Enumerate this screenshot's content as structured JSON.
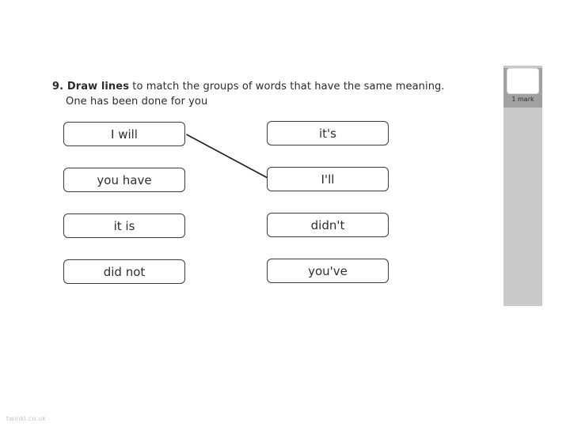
{
  "question": {
    "number": "9.",
    "instruction_bold": " Draw lines",
    "instruction_rest": " to match the groups of words that have the same meaning.",
    "instruction_line2": "One has been done for you"
  },
  "matching": {
    "left_items": [
      "I will",
      "you have",
      "it is",
      "did not"
    ],
    "right_items": [
      "it's",
      "I'll",
      "didn't",
      "you've"
    ],
    "example_connection": {
      "from": "I will",
      "to": "I'll"
    }
  },
  "sidebar": {
    "mark_label": "1 mark"
  },
  "footer": {
    "watermark": "twinkl.co.uk"
  },
  "colors": {
    "page_background": "#ffffff",
    "box_border": "#3c3c3c",
    "line": "#1f1f1f",
    "sidebar_header": "#a1a1a1",
    "sidebar_body": "#c9c9c9",
    "watermark": "#c6c6c6"
  }
}
